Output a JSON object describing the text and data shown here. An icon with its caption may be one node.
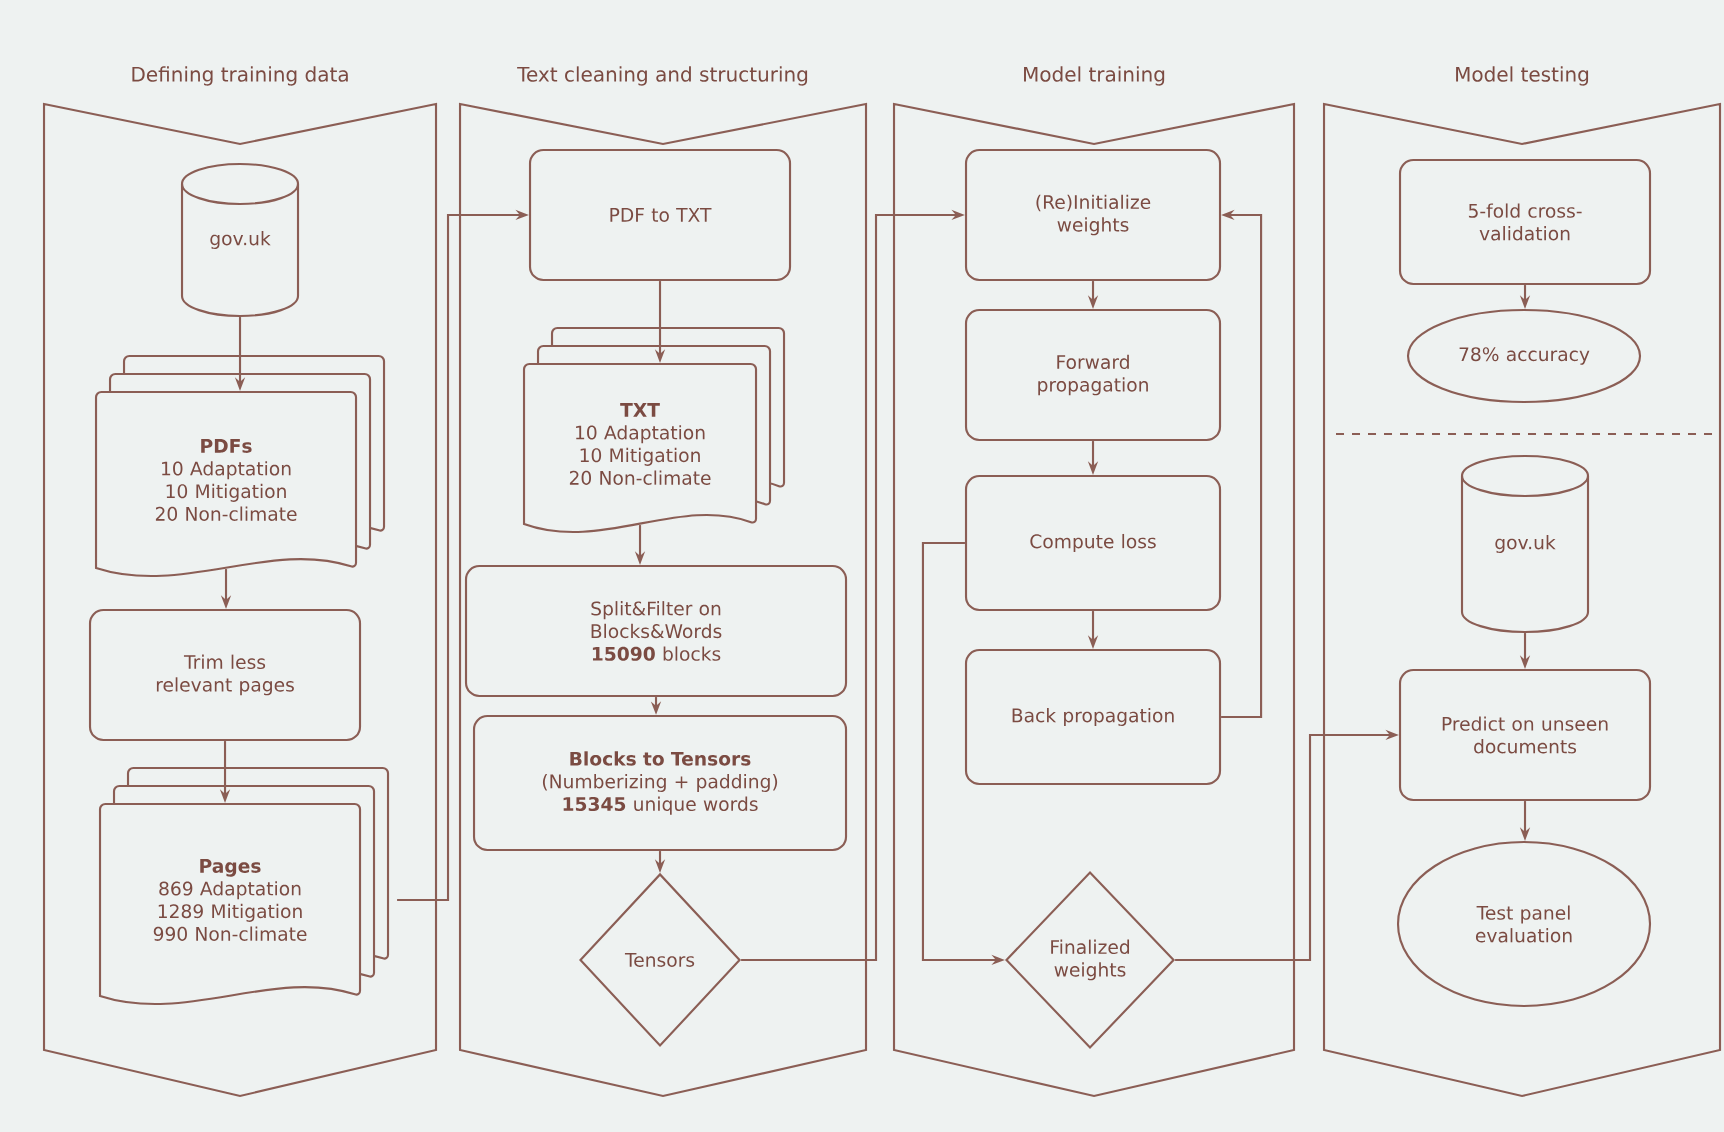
{
  "diagram": {
    "nodes": [
      {
        "text": [
          "Defining training data"
        ]
      },
      {
        "text": [
          "gov.uk"
        ],
        "in": 0
      },
      {
        "text": [
          "PDFs",
          "10 Adaptation 10 Mitigation 20 Non-climate"
        ],
        "in": 0
      },
      {
        "text": [
          "Trim less relevant pages"
        ],
        "in": 0
      },
      {
        "text": [
          "Pages",
          "869 Adaptation 1289 Mitigation 990 Non-climate"
        ],
        "in": 0
      },
      {
        "text": [
          "Text cleaning and structuring"
        ]
      },
      {
        "text": [
          "PDF to TXT"
        ],
        "in": 5
      },
      {
        "text": [
          "TXT",
          "10 Adaptation 10 Mitigation 20 Non-climate"
        ],
        "in": 5
      },
      {
        "text": [
          "Split&Filter on Blocks&Words **15090** blocks"
        ],
        "in": 5
      },
      {
        "text": [
          "Blocks to Tensors",
          "(Numberizing + padding) **15345** unique words"
        ],
        "in": 5
      },
      {
        "text": [
          "Tensors"
        ],
        "in": 5
      },
      {
        "text": [
          "Model training"
        ]
      },
      {
        "text": [
          "(Re)Initialize weights"
        ],
        "in": 11
      },
      {
        "text": [
          "Forward propagation"
        ],
        "in": 11
      },
      {
        "text": [
          "Compute loss"
        ],
        "in": 11
      },
      {
        "text": [
          "Back propagation"
        ],
        "in": 11
      },
      {
        "text": [
          "Finalized weights"
        ],
        "in": 11
      },
      {
        "text": [
          "Model testing"
        ]
      },
      {
        "text": [
          "5-fold cross-validation"
        ],
        "in": 17
      },
      {
        "text": [
          "78% accuracy"
        ],
        "in": 17
      },
      {
        "text": [
          "gov.uk"
        ],
        "in": 17
      },
      {
        "text": [
          "Predict on unseen documents"
        ],
        "in": 17
      },
      {
        "text": [
          "Test panel evaluation"
        ],
        "in": 17
      }
    ],
    "edges": [
      {
        "from": 1,
        "to": 2,
        "arrow": "to"
      },
      {
        "from": 2,
        "to": 3,
        "arrow": "to"
      },
      {
        "from": 3,
        "to": 4,
        "arrow": "to"
      },
      {
        "from": 4,
        "to": 6,
        "arrow": "to"
      },
      {
        "from": 6,
        "to": 7,
        "arrow": "to"
      },
      {
        "from": 7,
        "to": 8,
        "arrow": "to"
      },
      {
        "from": 8,
        "to": 9,
        "arrow": "to"
      },
      {
        "from": 9,
        "to": 10,
        "arrow": "to"
      },
      {
        "from": 10,
        "to": 12,
        "arrow": "to"
      },
      {
        "from": 12,
        "to": 13,
        "arrow": "to"
      },
      {
        "from": 13,
        "to": 14,
        "arrow": "to"
      },
      {
        "from": 14,
        "to": 15,
        "arrow": "to"
      },
      {
        "from": 15,
        "to": 12,
        "arrow": "to"
      },
      {
        "from": 14,
        "to": 16,
        "arrow": "to"
      },
      {
        "from": 16,
        "to": 21,
        "arrow": "to"
      },
      {
        "from": 18,
        "to": 19,
        "arrow": "to"
      },
      {
        "from": 20,
        "to": 21,
        "arrow": "to"
      },
      {
        "from": 21,
        "to": 22,
        "arrow": "to"
      }
    ]
  }
}
